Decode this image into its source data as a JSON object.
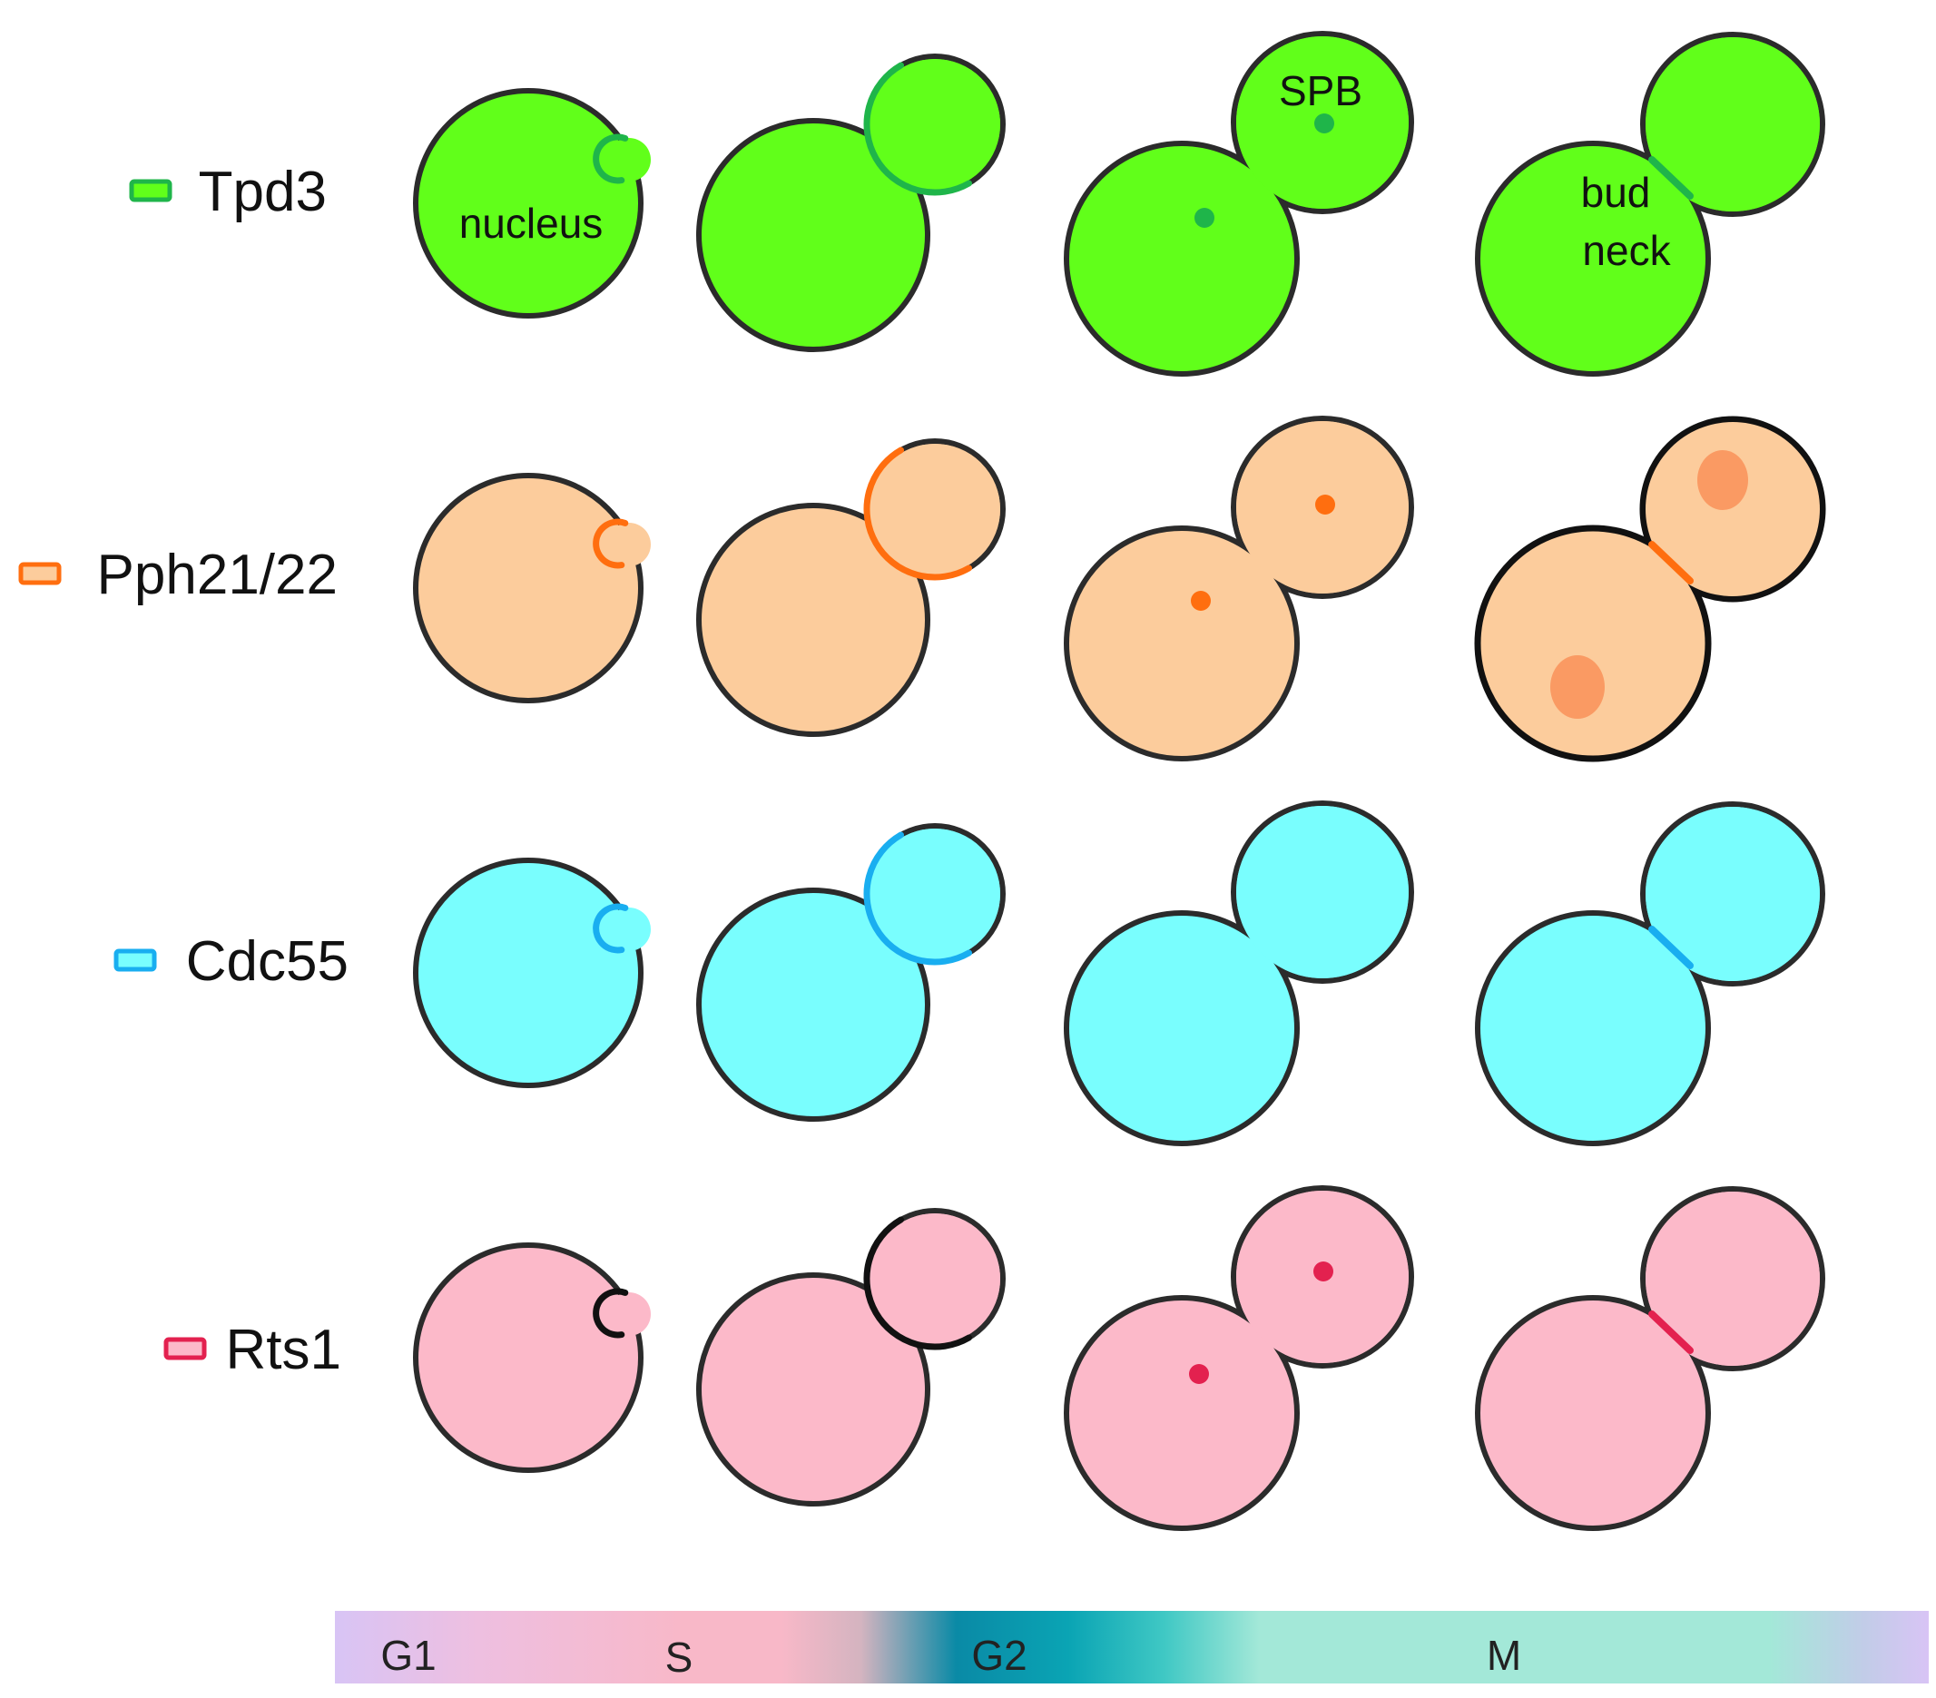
{
  "rows": [
    {
      "protein": "Tpd3",
      "fill": "#61ff1a",
      "marker": "#1fb54a",
      "dot": "#1fb54a"
    },
    {
      "protein": "Pph21/22",
      "fill": "#fccc9c",
      "marker": "#ff6e0f",
      "dot": "#ff6e0f",
      "nuclear_blob": "#fa9a63"
    },
    {
      "protein": "Cdc55",
      "fill": "#79fefe",
      "marker": "#19aef0",
      "dot": "#19aef0"
    },
    {
      "protein": "Rts1",
      "fill": "#fcb9c9",
      "marker": "#e3214f",
      "dot": "#e3214f"
    }
  ],
  "annotations": {
    "nucleus": "nucleus",
    "spb": "SPB",
    "bud": "bud",
    "neck": "neck"
  },
  "phase_bar": {
    "phases": [
      "G1",
      "S",
      "G2",
      "M"
    ],
    "colors": {
      "G1": "#d7c2f5",
      "S": "#f8b8c8",
      "G2": "#0a8aa6",
      "M": "#a3e8d8"
    }
  }
}
